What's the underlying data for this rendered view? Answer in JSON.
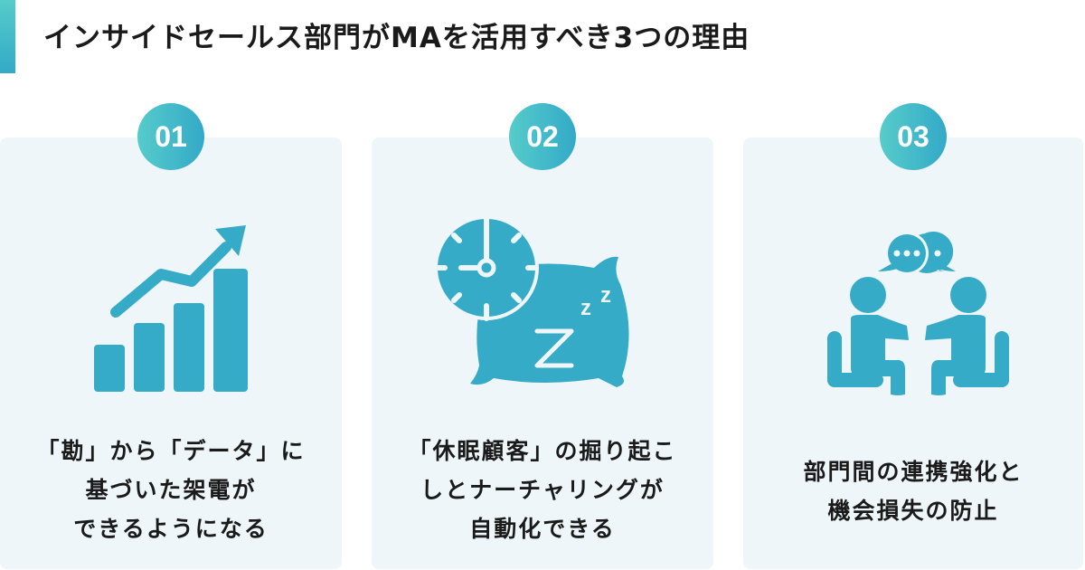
{
  "header": {
    "title": "インサイドセールス部門がMAを活用すべき3つの理由",
    "accent_gradient": [
      "#56cccb",
      "#33a9c8"
    ]
  },
  "theme": {
    "card_bg": "#eef6f9",
    "icon_color": "#35abc8",
    "text_color": "#1a1a1a"
  },
  "reasons": [
    {
      "number": "01",
      "icon": "growth-chart-arrow-icon",
      "lines": [
        "「勘」から「データ」に",
        "基づいた架電が",
        "できるようになる"
      ]
    },
    {
      "number": "02",
      "icon": "clock-pillow-sleep-icon",
      "lines": [
        "「休眠顧客」の掘り起こ",
        "しとナーチャリングが",
        "自動化できる"
      ]
    },
    {
      "number": "03",
      "icon": "meeting-conversation-icon",
      "lines": [
        "部門間の連携強化と",
        "機会損失の防止"
      ]
    }
  ]
}
